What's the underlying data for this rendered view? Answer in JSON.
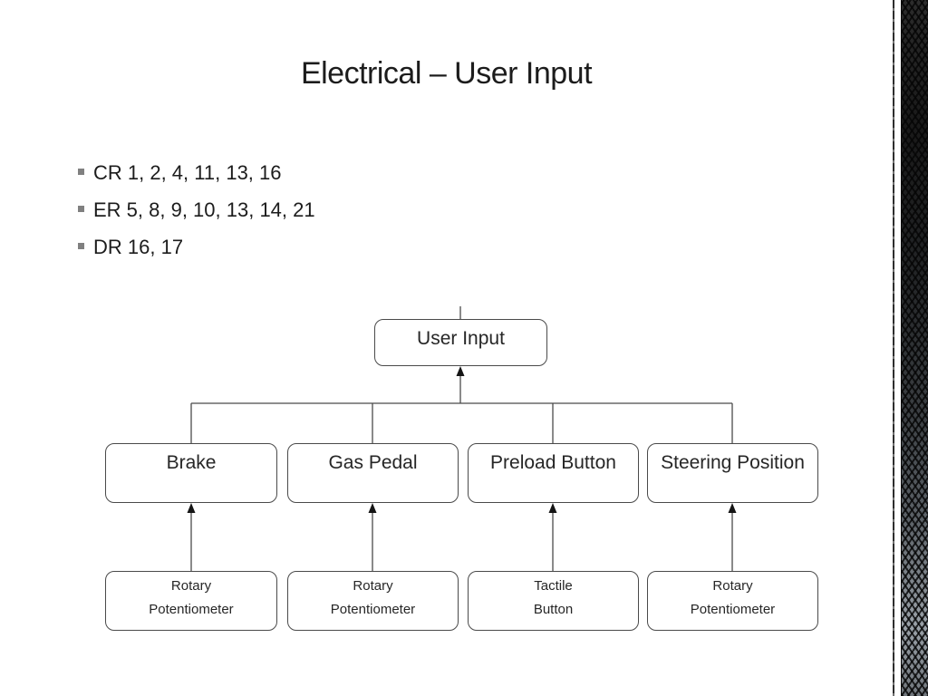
{
  "slide": {
    "title": "Electrical – User Input",
    "bullets": [
      "CR 1, 2, 4, 11, 13, 16",
      "ER 5, 8, 9, 10, 13, 14, 21",
      "DR 16, 17"
    ]
  },
  "diagram": {
    "root": {
      "label": "User Input"
    },
    "columns": [
      {
        "input": "Brake",
        "sensor": [
          "Rotary",
          "Potentiometer"
        ]
      },
      {
        "input": "Gas Pedal",
        "sensor": [
          "Rotary",
          "Potentiometer"
        ]
      },
      {
        "input": "Preload Button",
        "sensor": [
          "Tactile",
          "Button"
        ]
      },
      {
        "input": "Steering Position",
        "sensor": [
          "Rotary",
          "Potentiometer"
        ]
      }
    ]
  },
  "colors": {
    "box_border": "#4a4a4a",
    "box_text": "#262626",
    "connector_line": "#4a4a4a",
    "arrowhead": "#151515",
    "bullet_marker": "#808080",
    "title_text": "#1c1c1c",
    "background": "#ffffff"
  }
}
